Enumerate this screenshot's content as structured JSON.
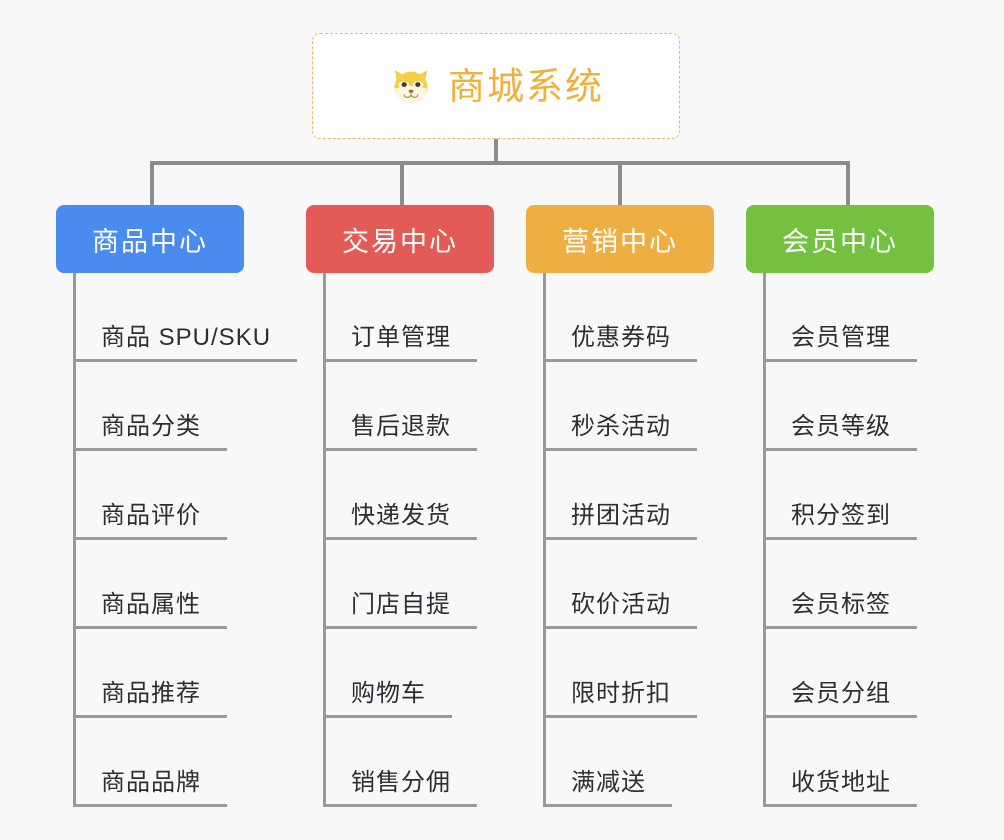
{
  "page": {
    "background_color": "#f8f8f8",
    "line_color": "#8c8c8c"
  },
  "root": {
    "title": "商城系统",
    "icon": "shiba-dog-face-icon",
    "text_color": "#efb03c",
    "border_color": "#e8b866",
    "background_color": "#ffffff"
  },
  "columns": [
    {
      "label": "商品中心",
      "color": "#4a8bf0",
      "items": [
        "商品 SPU/SKU",
        "商品分类",
        "商品评价",
        "商品属性",
        "商品推荐",
        "商品品牌"
      ]
    },
    {
      "label": "交易中心",
      "color": "#e35b57",
      "items": [
        "订单管理",
        "售后退款",
        "快递发货",
        "门店自提",
        "购物车",
        "销售分佣"
      ]
    },
    {
      "label": "营销中心",
      "color": "#edae42",
      "items": [
        "优惠券码",
        "秒杀活动",
        "拼团活动",
        "砍价活动",
        "限时折扣",
        "满减送"
      ]
    },
    {
      "label": "会员中心",
      "color": "#74c040",
      "items": [
        "会员管理",
        "会员等级",
        "积分签到",
        "会员标签",
        "会员分组",
        "收货地址"
      ]
    }
  ]
}
